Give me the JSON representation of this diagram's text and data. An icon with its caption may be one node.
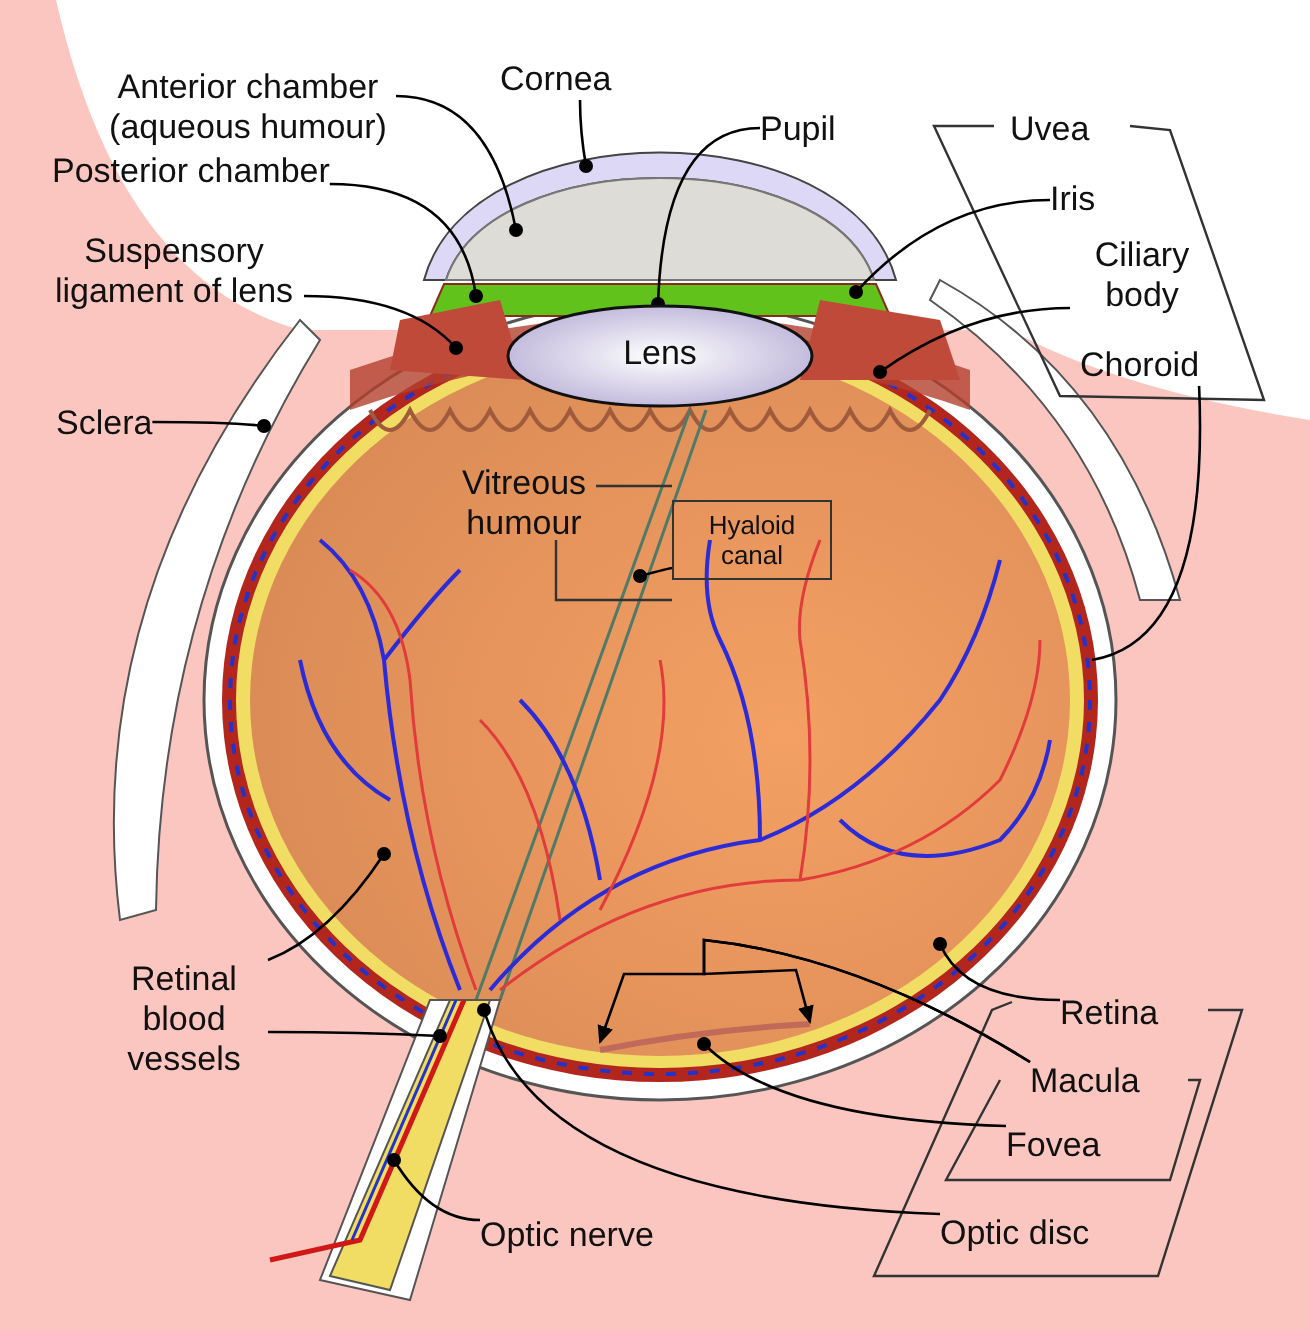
{
  "diagram": {
    "nodes": [
      {
        "text": [
          "Anterior chamber (aqueous humour)"
        ]
      },
      {
        "text": [
          "Cornea"
        ]
      },
      {
        "text": [
          "Pupil"
        ]
      },
      {
        "text": [
          "Uvea"
        ]
      },
      {
        "text": [
          "Iris"
        ]
      },
      {
        "text": [
          "Posterior chamber"
        ]
      },
      {
        "text": [
          "Suspensory ligament of lens"
        ]
      },
      {
        "text": [
          "Ciliary body"
        ]
      },
      {
        "text": [
          "Lens"
        ]
      },
      {
        "text": [
          "Choroid"
        ]
      },
      {
        "text": [
          "Sclera"
        ]
      },
      {
        "text": [
          "Vitreous humour"
        ]
      },
      {
        "text": [
          "Hyaloid canal"
        ]
      },
      {
        "text": [
          "Retinal blood vessels"
        ]
      },
      {
        "text": [
          "Retina"
        ]
      },
      {
        "text": [
          "Macula"
        ]
      },
      {
        "text": [
          "Fovea"
        ]
      },
      {
        "text": [
          "Optic nerve"
        ]
      },
      {
        "text": [
          "Optic disc"
        ]
      }
    ],
    "edges": [
      {
        "from": 0,
        "to": null,
        "arrow": "other"
      },
      {
        "from": 1,
        "to": null,
        "arrow": "other"
      },
      {
        "from": 2,
        "to": 8,
        "arrow": "other"
      },
      {
        "from": 4,
        "to": null,
        "arrow": "other"
      },
      {
        "from": 5,
        "to": null,
        "arrow": "other"
      },
      {
        "from": 6,
        "to": null,
        "arrow": "other"
      },
      {
        "from": 7,
        "to": null,
        "arrow": "other"
      },
      {
        "from": 9,
        "to": null,
        "arrow": "none"
      },
      {
        "from": 10,
        "to": null,
        "arrow": "other"
      },
      {
        "from": 12,
        "to": null,
        "arrow": "other"
      },
      {
        "from": 13,
        "to": null,
        "arrow": "other"
      },
      {
        "from": 13,
        "to": null,
        "arrow": "other"
      },
      {
        "from": 14,
        "to": null,
        "arrow": "other"
      },
      {
        "from": 15,
        "to": null,
        "arrow": "to"
      },
      {
        "from": 15,
        "to": null,
        "arrow": "to"
      },
      {
        "from": 16,
        "to": null,
        "arrow": "other"
      },
      {
        "from": 17,
        "to": null,
        "arrow": "other"
      },
      {
        "from": 18,
        "to": null,
        "arrow": "other"
      }
    ]
  }
}
